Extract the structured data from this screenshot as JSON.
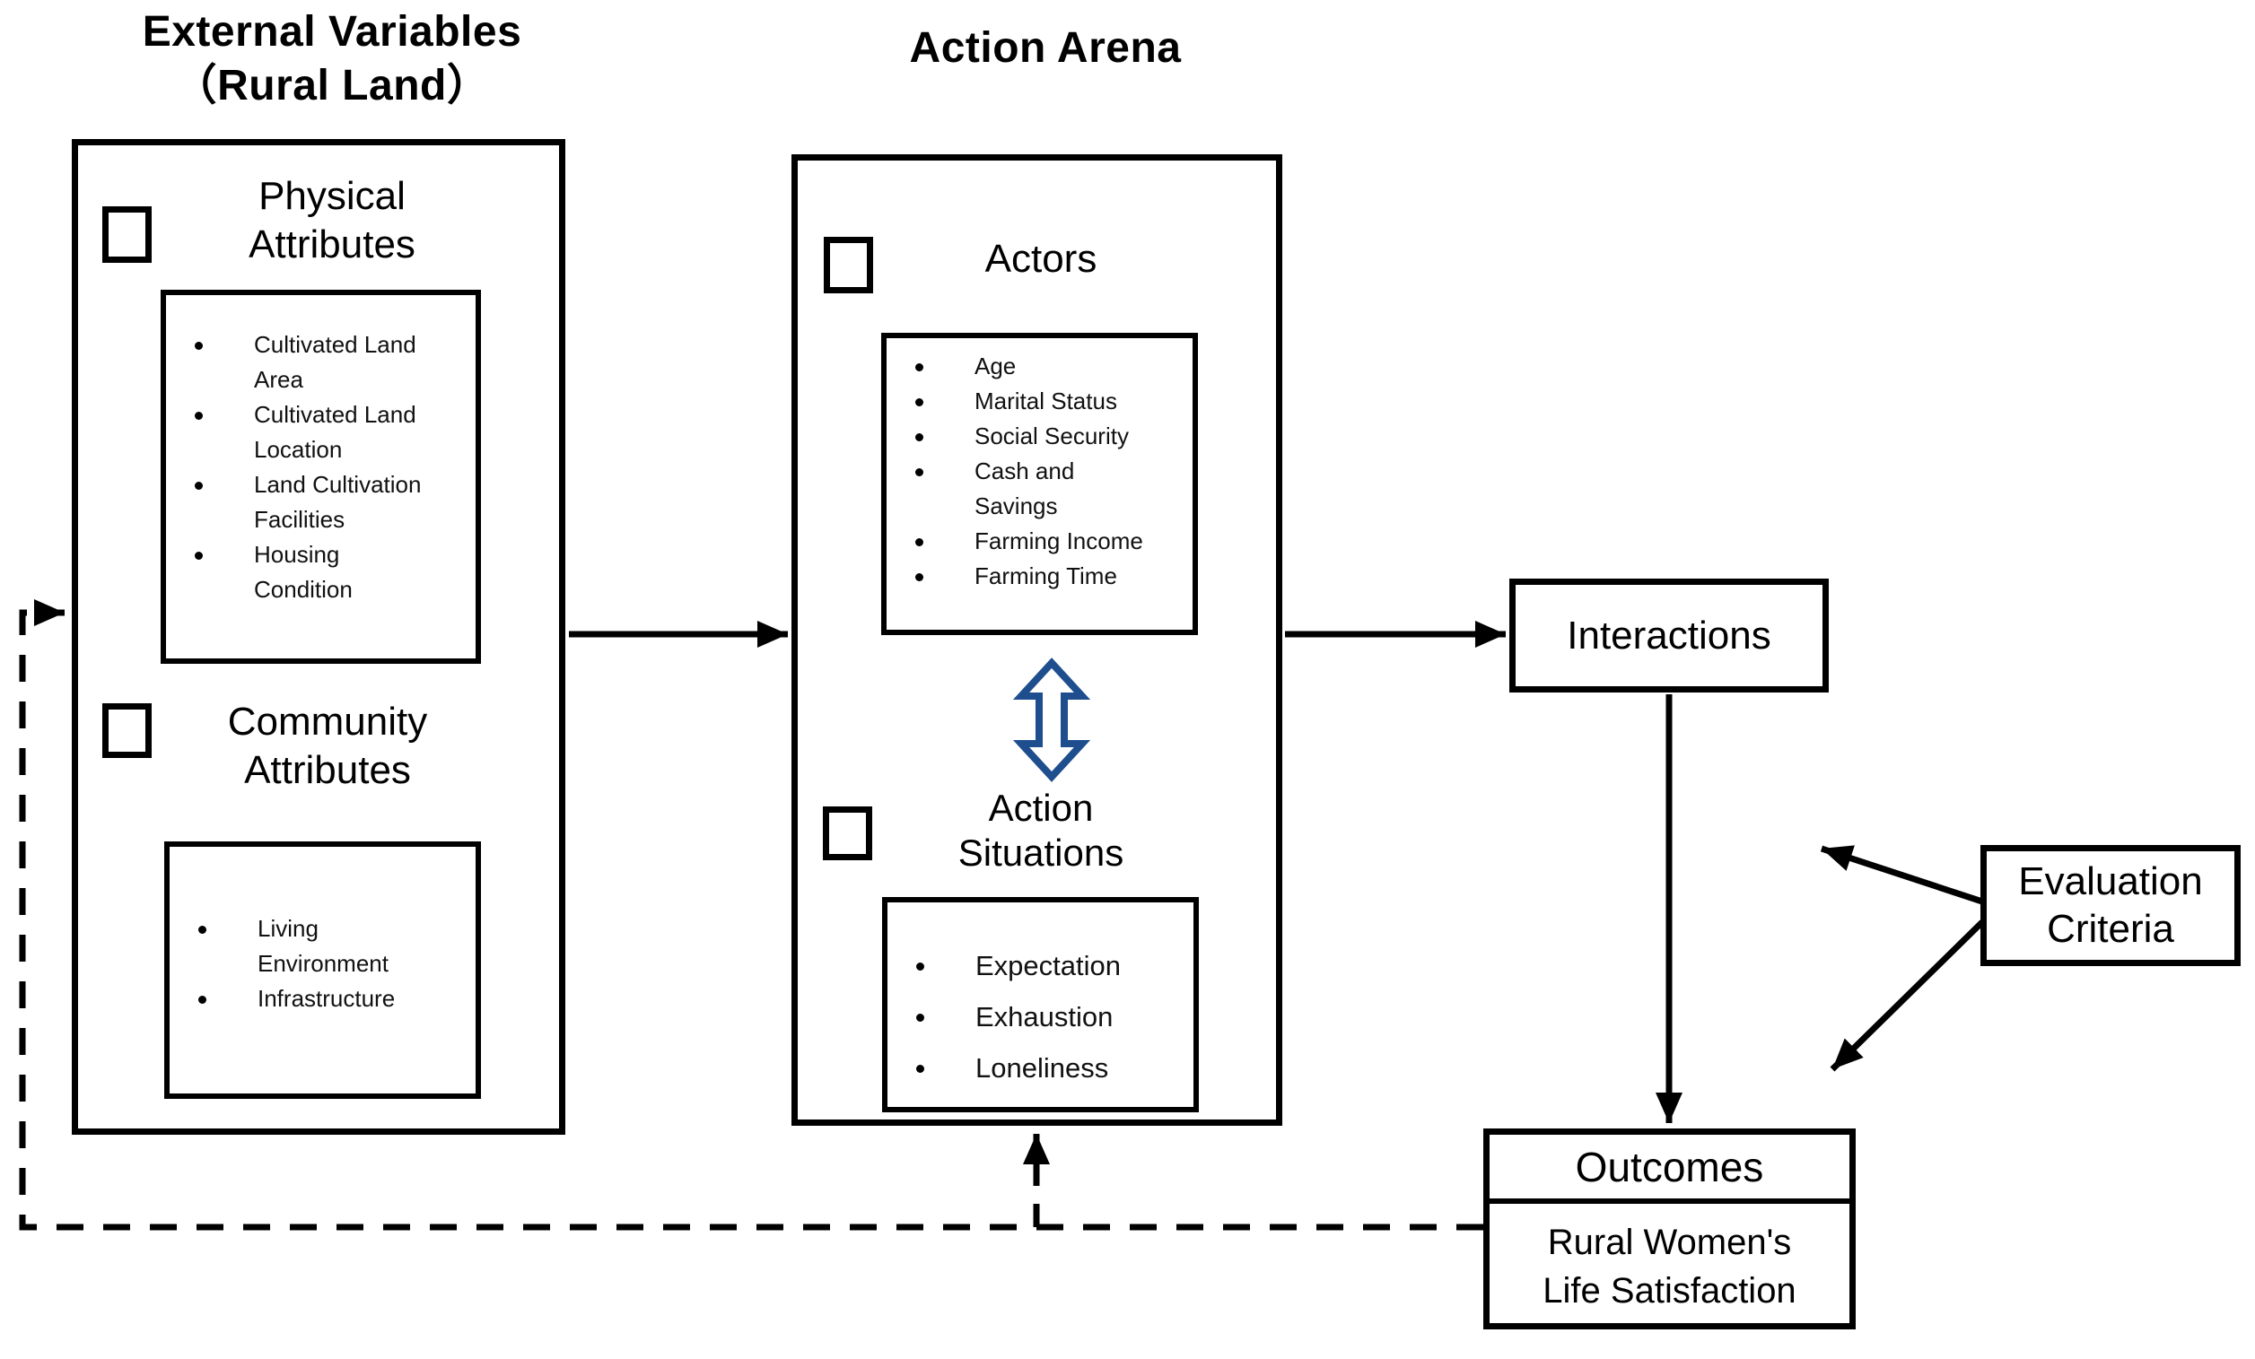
{
  "external_variables": {
    "title_line1": "External Variables",
    "title_line2": "（Rural Land）",
    "physical": {
      "title_line1": "Physical",
      "title_line2": "Attributes",
      "items": [
        "Cultivated Land Area",
        "Cultivated Land Location",
        "Land Cultivation Facilities",
        "Housing Condition"
      ]
    },
    "community": {
      "title_line1": "Community",
      "title_line2": "Attributes",
      "items": [
        "Living Environment",
        "Infrastructure"
      ]
    }
  },
  "action_arena": {
    "title": "Action Arena",
    "actors": {
      "title": "Actors",
      "items": [
        "Age",
        "Marital Status",
        "Social Security",
        "Cash and Savings",
        "Farming Income",
        "Farming Time"
      ]
    },
    "action_situations": {
      "title_line1": "Action",
      "title_line2": "Situations",
      "items": [
        "Expectation",
        "Exhaustion",
        "Loneliness"
      ]
    }
  },
  "interactions": {
    "label": "Interactions"
  },
  "evaluation_criteria": {
    "label_line1": "Evaluation",
    "label_line2": "Criteria"
  },
  "outcomes": {
    "title": "Outcomes",
    "subtitle_line1": "Rural Women's",
    "subtitle_line2": "Life Satisfaction"
  },
  "icons": {
    "double_arrow": "vertical-double-arrow-icon",
    "checkbox": "empty-checkbox-icon"
  },
  "colors": {
    "double_arrow_stroke": "#1e4e8e",
    "line": "#000000",
    "background": "#ffffff"
  }
}
